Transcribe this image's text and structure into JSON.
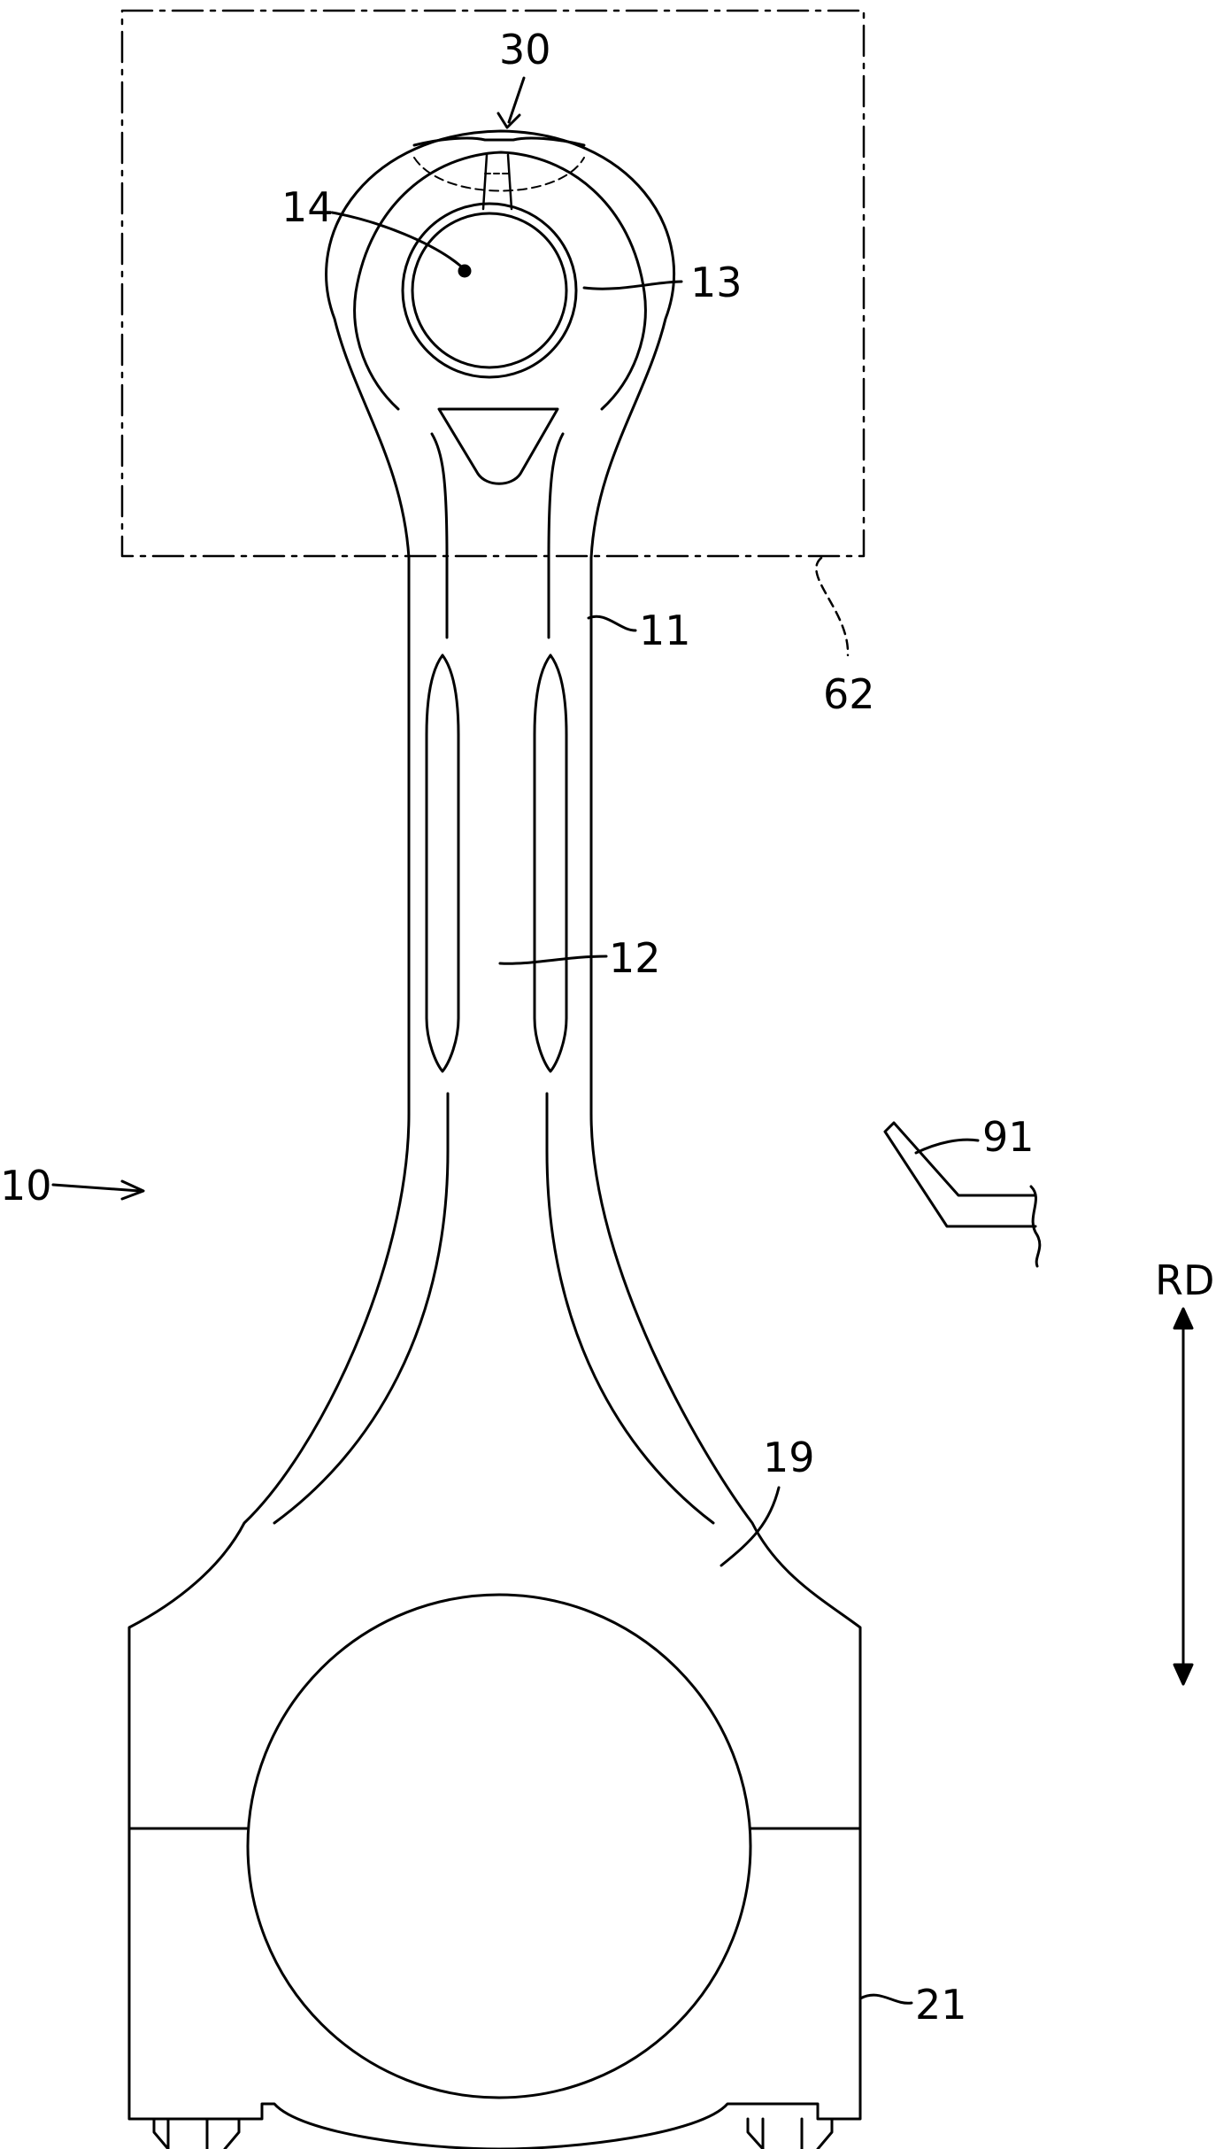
{
  "figure": {
    "labels": {
      "assembly": "10",
      "rod_body": "11",
      "web": "12",
      "small_end": "13",
      "pin_bore": "14",
      "transition": "19",
      "cap": "21",
      "oil_hole": "30",
      "inspection_region": "62",
      "tool": "91",
      "direction": "RD"
    }
  }
}
